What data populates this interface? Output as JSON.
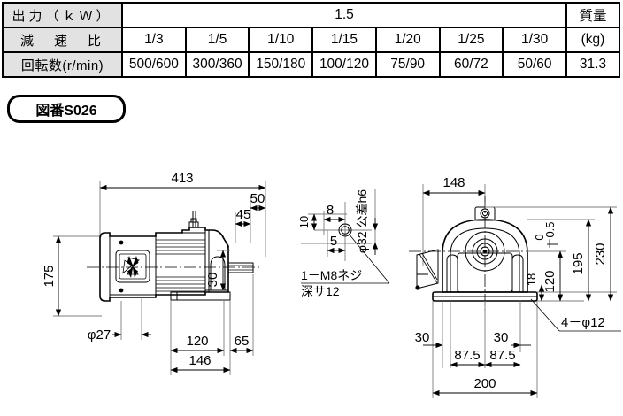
{
  "spec_table": {
    "rows": [
      {
        "header": "出力（ｋＷ）",
        "merged_value": "1.5",
        "mass_cell": "質量"
      },
      {
        "header": "減　速　比",
        "values": [
          "1/3",
          "1/5",
          "1/10",
          "1/15",
          "1/20",
          "1/25",
          "1/30"
        ],
        "mass_cell": "(kg)"
      },
      {
        "header": "回転数(r/min)",
        "values": [
          "500/600",
          "300/360",
          "150/180",
          "100/120",
          "75/90",
          "60/72",
          "50/60"
        ],
        "mass_cell": "31.3"
      }
    ]
  },
  "badge": {
    "label": "図番S026"
  },
  "drawing": {
    "side_view": {
      "overall_length": "413",
      "shaft_projection": "50",
      "shaft_length": "45",
      "height_center": "175",
      "flange_dia": "φ27",
      "foot_to_center": "30",
      "foot_len_a": "120",
      "foot_len_b": "65",
      "base_len": "146"
    },
    "detail_view": {
      "dim_top": "8",
      "dim_left": "10",
      "dim_bottom": "5",
      "shaft_label": "φ32 公差h6",
      "tap_note_line1": "1－M8ネジ",
      "tap_note_line2": "深サ12"
    },
    "front_view": {
      "width_to_center": "148",
      "overall_height": "230",
      "height_195": "195",
      "height_120": "120",
      "tolerance_upper": "0",
      "tolerance_lower": "－0.5",
      "foot_height": "18",
      "foot_edge_left": "30",
      "foot_edge_right": "30",
      "half_span_left": "87.5",
      "half_span_right": "87.5",
      "overall_width": "200",
      "bolt_note": "4－φ12"
    }
  }
}
